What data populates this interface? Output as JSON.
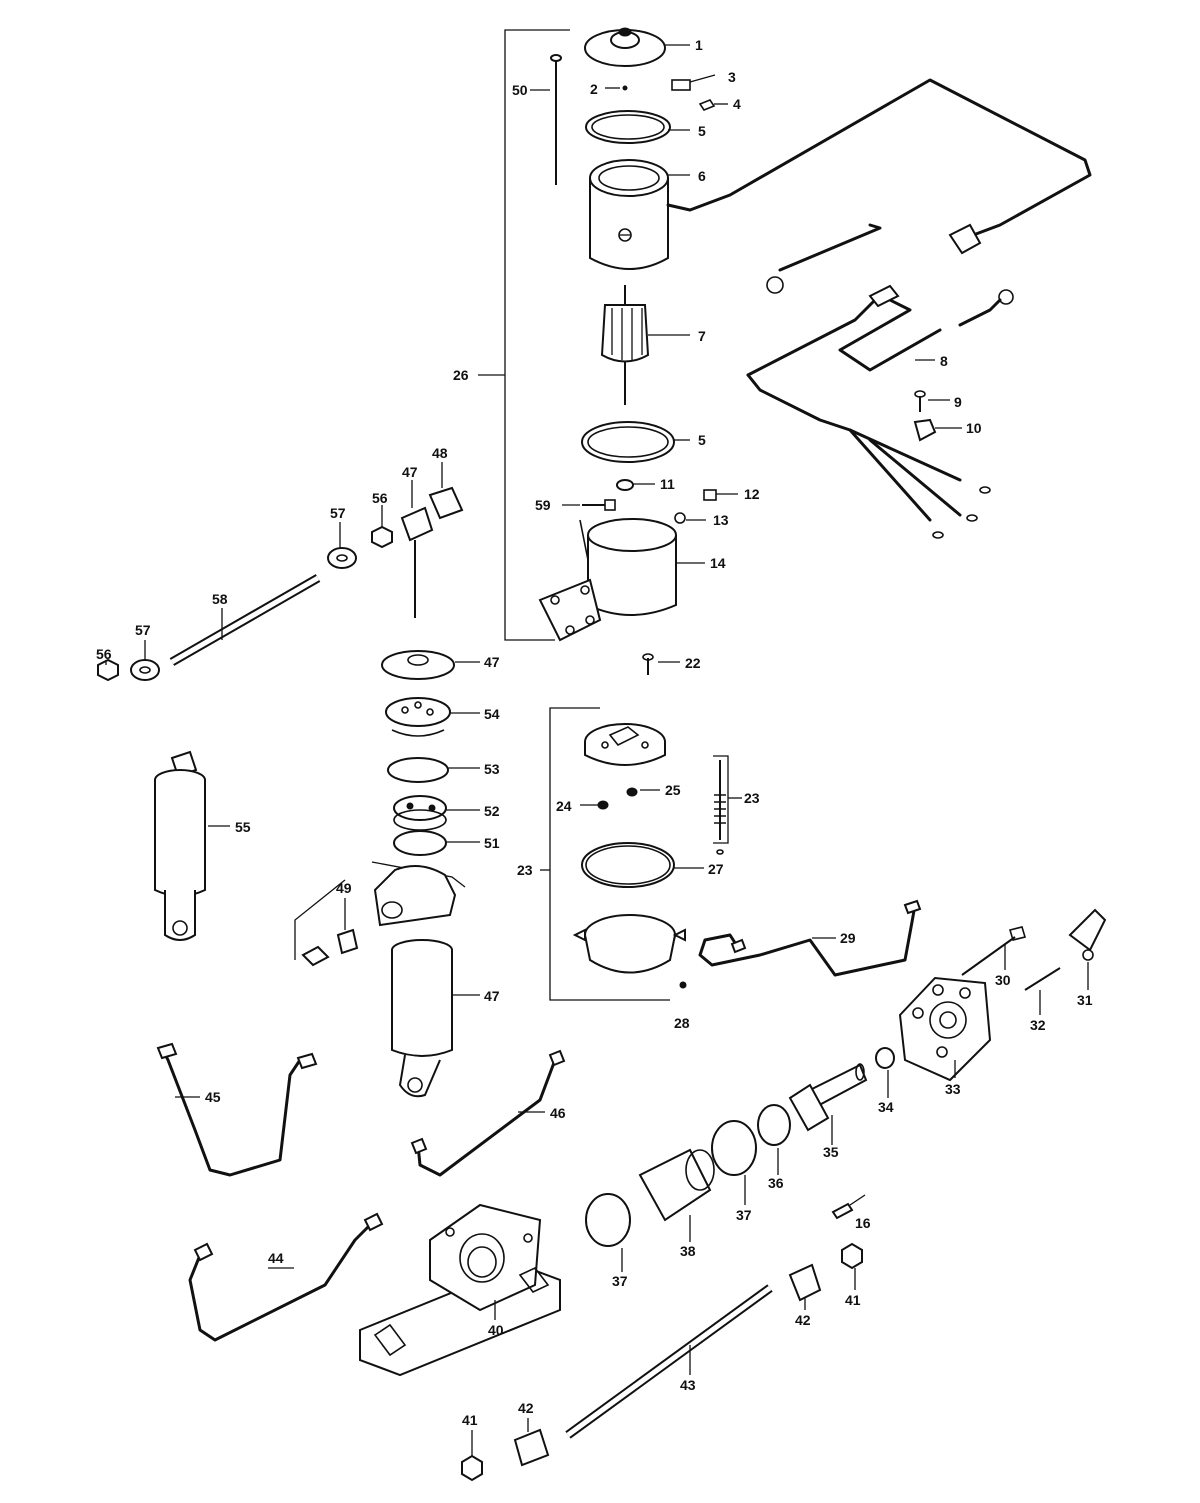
{
  "callouts": {
    "c1": "1",
    "c2": "2",
    "c3": "3",
    "c4": "4",
    "c5a": "5",
    "c5b": "5",
    "c6": "6",
    "c7": "7",
    "c8": "8",
    "c9": "9",
    "c10": "10",
    "c11": "11",
    "c12": "12",
    "c13": "13",
    "c14": "14",
    "c16": "16",
    "c22": "22",
    "c23a": "23",
    "c23b": "23",
    "c24": "24",
    "c25": "25",
    "c26": "26",
    "c27": "27",
    "c28": "28",
    "c29": "29",
    "c30": "30",
    "c31": "31",
    "c32": "32",
    "c33": "33",
    "c34": "34",
    "c35": "35",
    "c36": "36",
    "c37a": "37",
    "c37b": "37",
    "c38": "38",
    "c40": "40",
    "c41a": "41",
    "c41b": "41",
    "c42a": "42",
    "c42b": "42",
    "c43": "43",
    "c44": "44",
    "c45": "45",
    "c46": "46",
    "c47a": "47",
    "c47b": "47",
    "c47c": "47",
    "c48": "48",
    "c49": "49",
    "c50": "50",
    "c51": "51",
    "c52": "52",
    "c53": "53",
    "c54": "54",
    "c55": "55",
    "c56a": "56",
    "c56b": "56",
    "c57a": "57",
    "c57b": "57",
    "c58": "58",
    "c59": "59"
  },
  "colors": {
    "ink": "#111111",
    "paper": "#ffffff"
  }
}
